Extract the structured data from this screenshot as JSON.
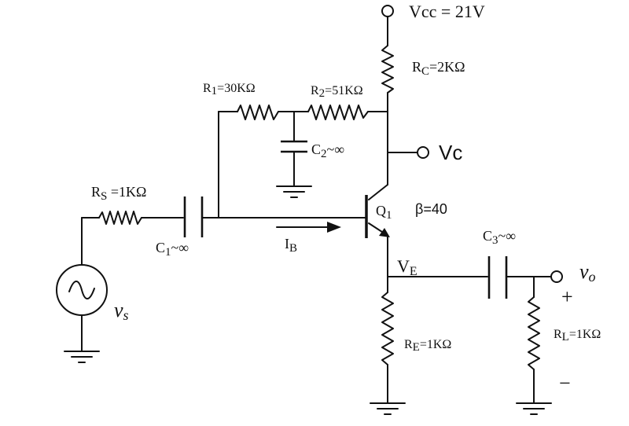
{
  "supply_label": "Vcc = 21V",
  "rc_label": "R",
  "rc_sub": "C",
  "rc_value": "=2KΩ",
  "r1_label": "R",
  "r1_sub": "1",
  "r1_value": "=30KΩ",
  "r2_label": "R",
  "r2_sub": "2",
  "r2_value": "=51KΩ",
  "c2_label": "C",
  "c2_sub": "2",
  "c2_value": "~∞",
  "vc_label": "Vc",
  "rs_label": "R",
  "rs_sub": "S",
  "rs_value": " =1KΩ",
  "c1_label": "C",
  "c1_sub": "1",
  "c1_value": "~∞",
  "ib_label": "I",
  "ib_sub": "B",
  "q1_label": "Q",
  "q1_sub": "1",
  "beta_label": "β=40",
  "vs_label": "v",
  "vs_sub": "s",
  "ve_label": "V",
  "ve_sub": "E",
  "c3_label": "C",
  "c3_sub": "3",
  "c3_value": "~∞",
  "vo_label": "v",
  "vo_sub": "o",
  "plus_label": "+",
  "minus_label": "−",
  "re_label": "R",
  "re_sub": "E",
  "re_value": "=1KΩ",
  "rl_label": "R",
  "rl_sub": "L",
  "rl_value": "=1KΩ"
}
